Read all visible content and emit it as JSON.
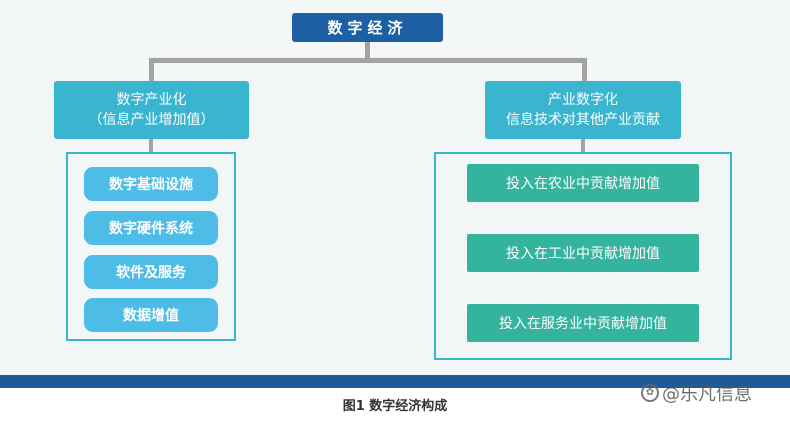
{
  "diagram": {
    "root": {
      "label": "数字经济"
    },
    "branches": [
      {
        "title_lines": [
          "数字产业化",
          "（信息产业增加值）"
        ],
        "items": [
          "数字基础设施",
          "数字硬件系统",
          "软件及服务",
          "数据增值"
        ]
      },
      {
        "title_lines": [
          "产业数字化",
          "信息技术对其他产业贡献"
        ],
        "items": [
          "投入在农业中贡献增加值",
          "投入在工业中贡献增加值",
          "投入在服务业中贡献增加值"
        ]
      }
    ]
  },
  "caption": "图1  数字经济构成",
  "watermark": {
    "text": "@乐凡信息"
  },
  "colors": {
    "root": "#1c5fa3",
    "branch": "#3ab5cf",
    "left_items": "#4dbde7",
    "right_items": "#34b49f",
    "footer_bar": "#1f5a98"
  }
}
